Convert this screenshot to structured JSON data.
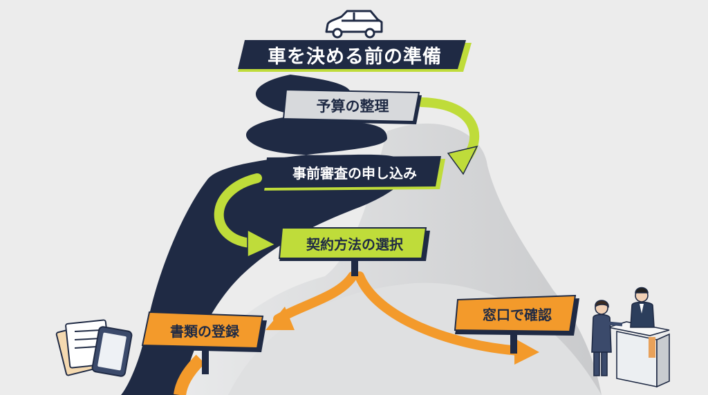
{
  "diagram": {
    "title": "車を決める前の準備",
    "steps": [
      {
        "label": "予算の整理"
      },
      {
        "label": "事前審査の申し込み"
      },
      {
        "label": "契約方法の選択"
      }
    ],
    "branches": [
      {
        "label": "書類の登録"
      },
      {
        "label": "窓口で確認"
      }
    ]
  },
  "icons": [
    "car-icon",
    "documents-and-tablet-icon",
    "service-counter-illustration"
  ],
  "colors": {
    "navy": "#1f2a44",
    "lime": "#bfdc3a",
    "orange": "#f39a2b",
    "sign_gray": "#d7d9dc",
    "background": "#ececec"
  }
}
